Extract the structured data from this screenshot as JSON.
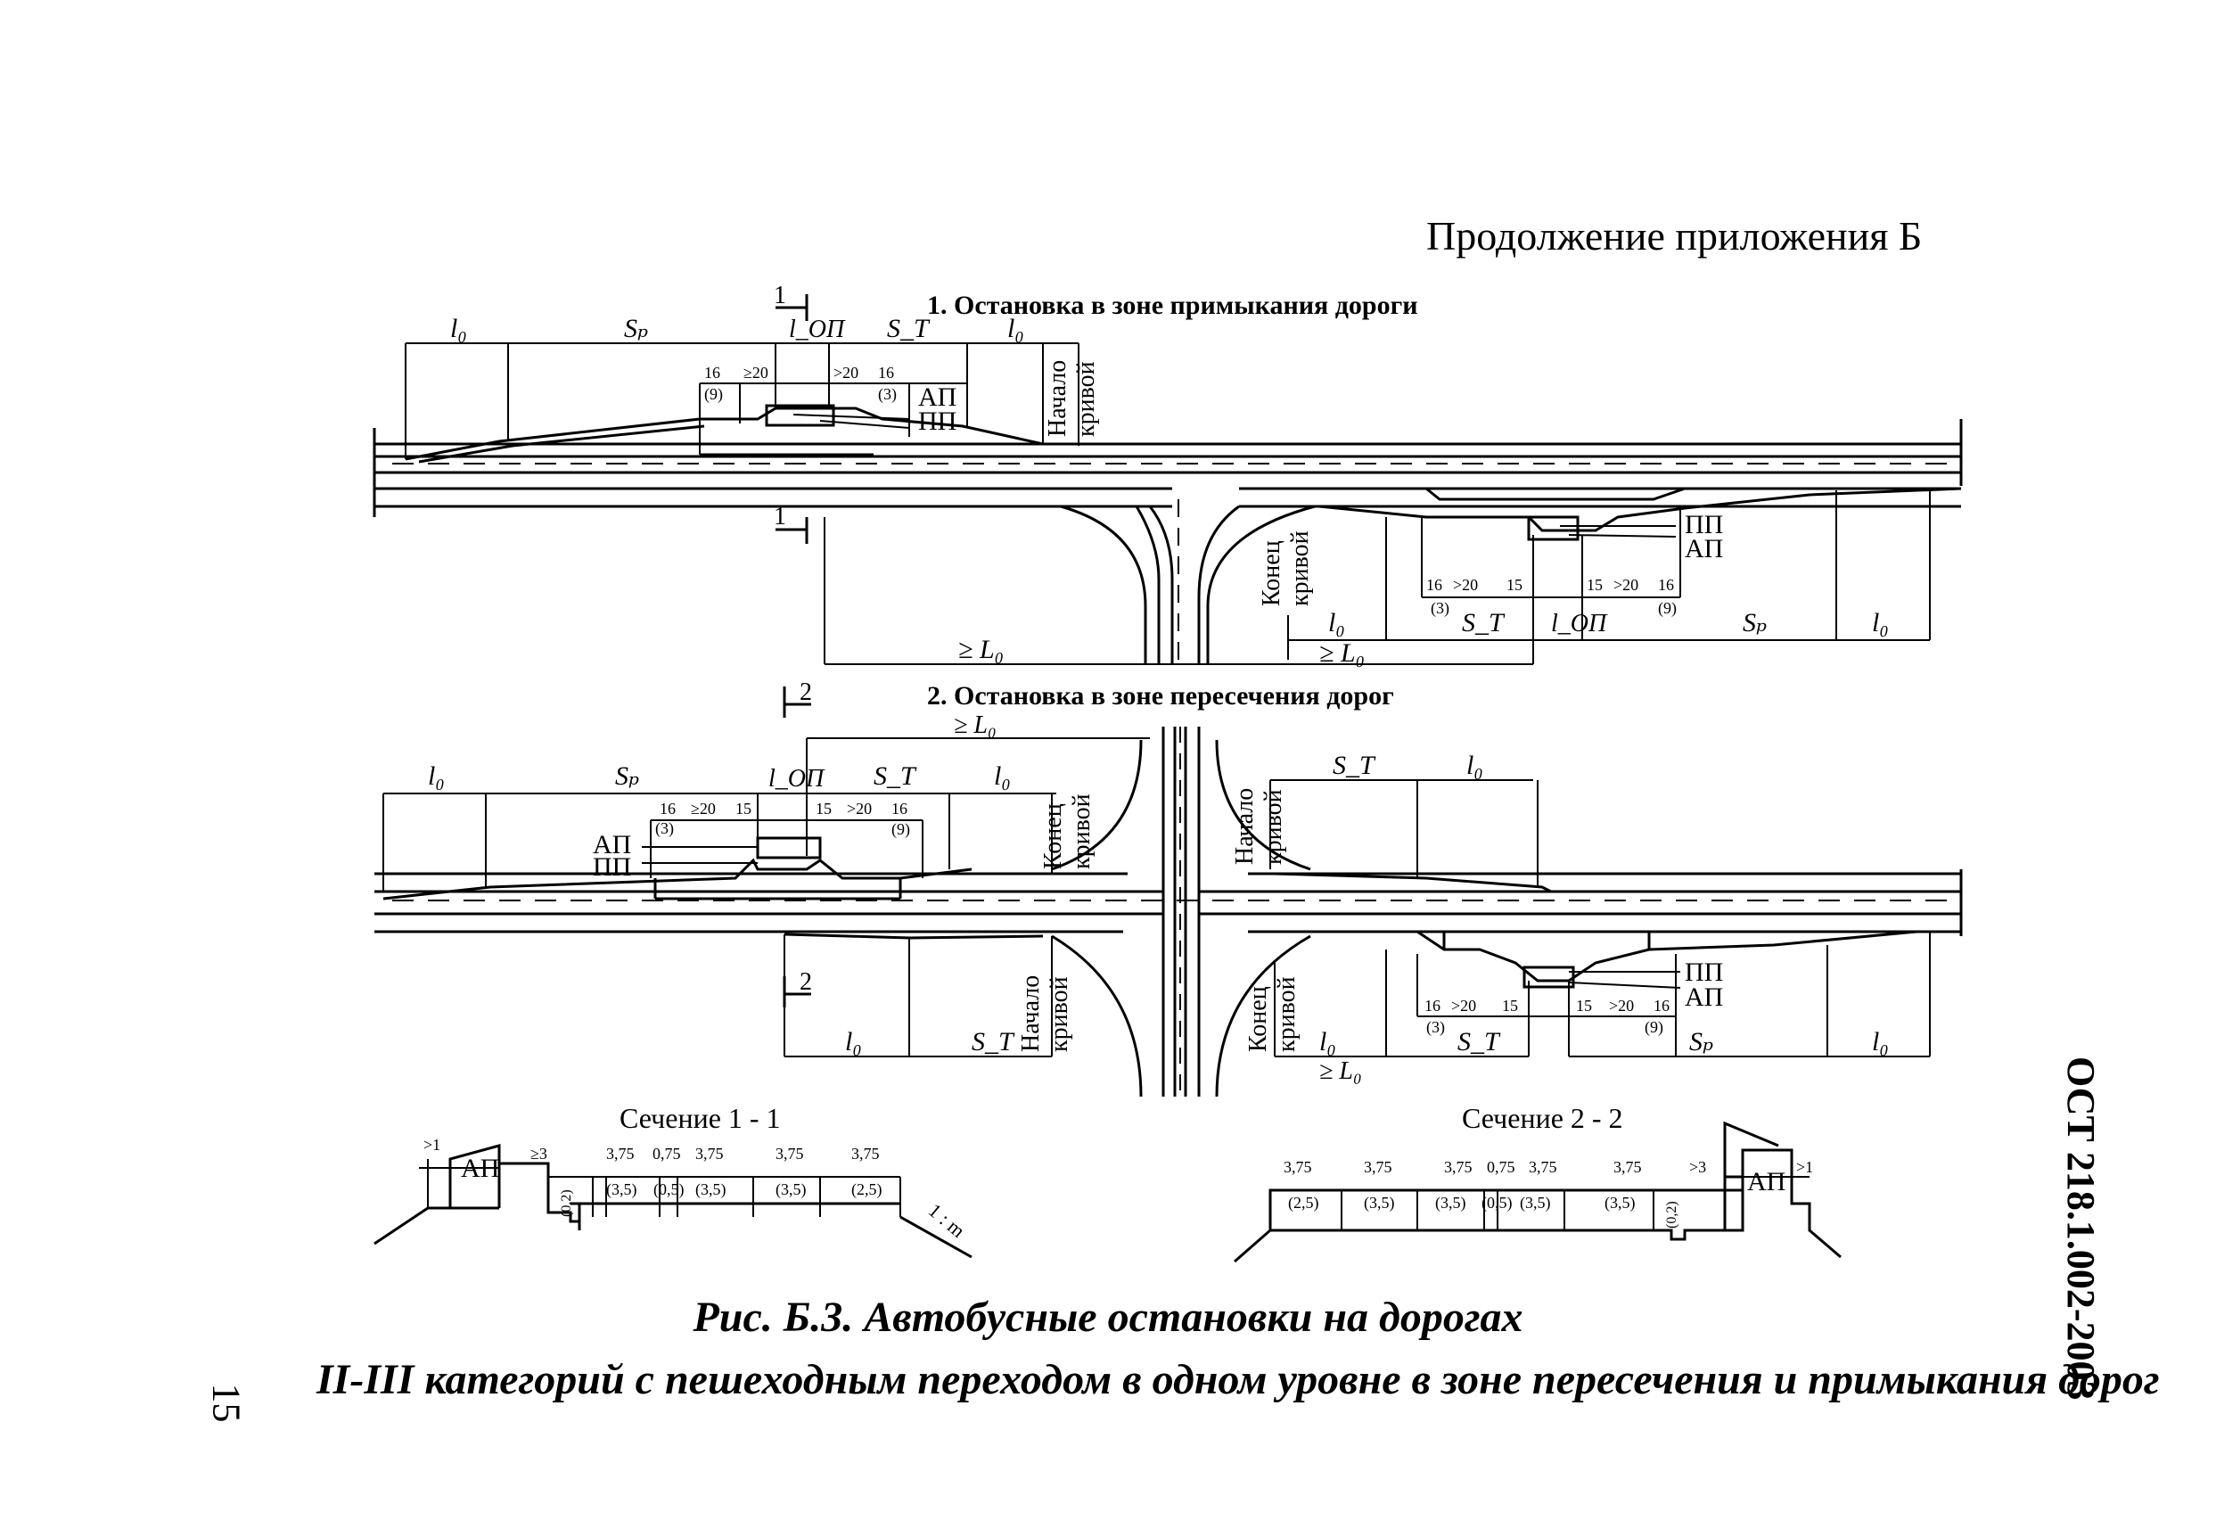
{
  "header": {
    "appendix_note": "Продолжение приложения Б"
  },
  "side": {
    "doc_code": "ОСТ 218.1.002-2003",
    "page_number": "15"
  },
  "caption": {
    "line1": "Рис. Б.3. Автобусные остановки на дорогах",
    "line2": "II-III категорий с пешеходным переходом в одном уровне в зоне пересечения и примыкания дорог"
  },
  "scheme1": {
    "title": "1. Остановка в зоне примыкания дороги",
    "section_mark": "1",
    "l0": "l₀",
    "sp": "Sₚ",
    "lop": "l_ОП",
    "st": "S_Т",
    "ge_l0": "≥ L₀",
    "curve_start": [
      "Начало",
      "кривой"
    ],
    "curve_end": [
      "Конец",
      "кривой"
    ],
    "ap": "АП",
    "pp": "ПП",
    "d16": "16",
    "d20": "≥20",
    "d20b": ">20",
    "d15": "15",
    "d9": "(9)",
    "d3": "(3)"
  },
  "scheme2": {
    "title": "2. Остановка в зоне пересечения дорог",
    "section_mark": "2",
    "ge_l0": "≥ L₀",
    "l0": "l₀",
    "sp": "Sₚ",
    "lop": "l_ОП",
    "st": "S_Т",
    "curve_start": [
      "Начало",
      "кривой"
    ],
    "curve_end": [
      "Конец",
      "кривой"
    ]
  },
  "section11": {
    "title": "Сечение 1 - 1",
    "ap": "АП",
    "top": [
      ">1",
      "≥3",
      "3,75",
      "0,75",
      "3,75",
      "3,75",
      "3,75"
    ],
    "bottom": [
      "(3,5)",
      "(0,5)",
      "(3,5)",
      "(3,5)",
      "(2,5)"
    ],
    "misc": [
      "(0,2)",
      "1 : m"
    ]
  },
  "section22": {
    "title": "Сечение 2 - 2",
    "ap": "АП",
    "top": [
      "3,75",
      "3,75",
      "3,75",
      "0,75",
      "3,75",
      "3,75",
      ">3",
      ">1"
    ],
    "bottom": [
      "(2,5)",
      "(3,5)",
      "(3,5)",
      "(0,5)",
      "(3,5)",
      "(3,5)",
      "(0,2)"
    ]
  }
}
